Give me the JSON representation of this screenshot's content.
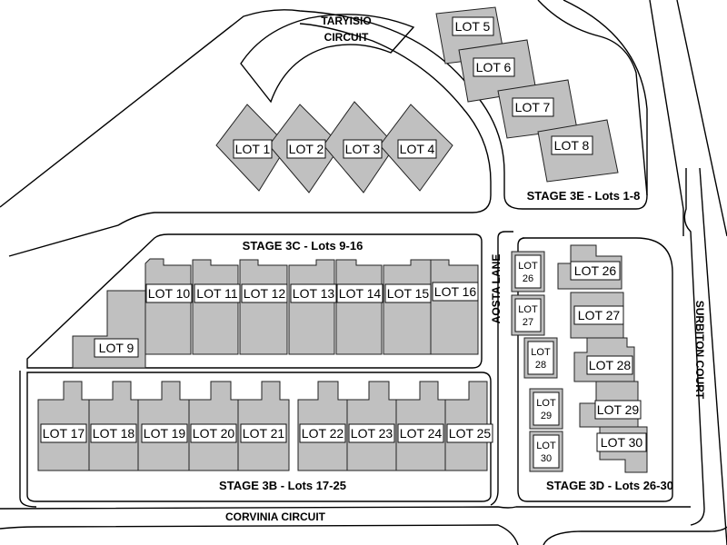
{
  "streets": {
    "taryisio_line1": "TARYISIO",
    "taryisio_line2": "CIRCUIT",
    "corvinia": "CORVINIA CIRCUIT",
    "aosta": "AOSTA LANE",
    "surbiton": "SURBITON COURT"
  },
  "stages": {
    "s3e": "STAGE 3E - Lots 1-8",
    "s3c": "STAGE 3C - Lots 9-16",
    "s3b": "STAGE 3B - Lots 17-25",
    "s3d": "STAGE 3D - Lots 26-30"
  },
  "lots": {
    "l1": "LOT 1",
    "l2": "LOT 2",
    "l3": "LOT 3",
    "l4": "LOT 4",
    "l5": "LOT 5",
    "l6": "LOT 6",
    "l7": "LOT 7",
    "l8": "LOT 8",
    "l9": "LOT 9",
    "l10": "LOT 10",
    "l11": "LOT 11",
    "l12": "LOT 12",
    "l13": "LOT 13",
    "l14": "LOT 14",
    "l15": "LOT 15",
    "l16": "LOT 16",
    "l17": "LOT 17",
    "l18": "LOT 18",
    "l19": "LOT 19",
    "l20": "LOT 20",
    "l21": "LOT 21",
    "l22": "LOT 22",
    "l23": "LOT 23",
    "l24": "LOT 24",
    "l25": "LOT 25",
    "l26": "LOT 26",
    "l27": "LOT 27",
    "l28": "LOT 28",
    "l29": "LOT 29",
    "l30": "LOT 30",
    "s26_a": "LOT",
    "s26_b": "26",
    "s27_a": "LOT",
    "s27_b": "27",
    "s28_a": "LOT",
    "s28_b": "28",
    "s29_a": "LOT",
    "s29_b": "29",
    "s30_a": "LOT",
    "s30_b": "30"
  }
}
